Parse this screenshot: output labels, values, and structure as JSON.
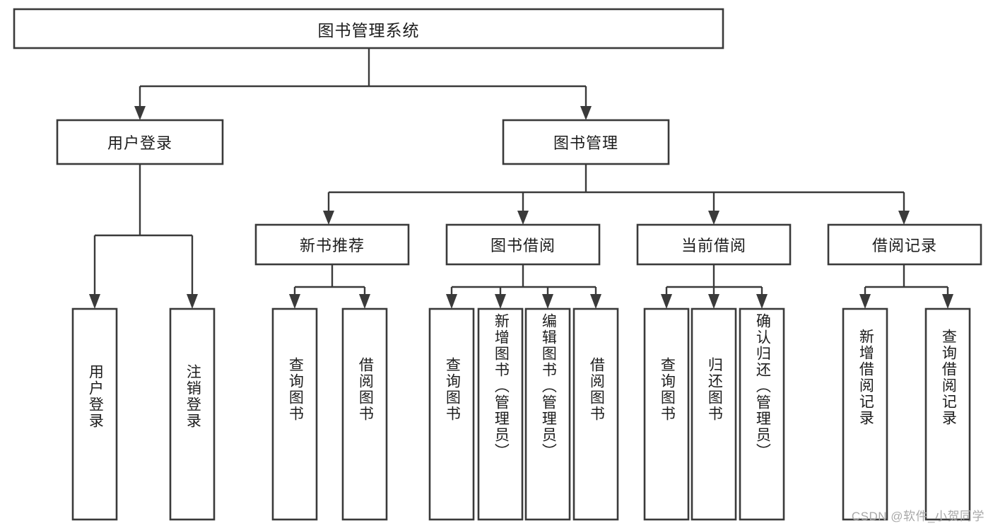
{
  "diagram": {
    "title": "图书管理系统",
    "type": "tree",
    "watermark": "CSDN @软件_小贺同学",
    "colors": {
      "box_stroke": "#3a3a3a",
      "box_fill": "#ffffff",
      "connector": "#3a3a3a",
      "text": "#1d1d1d",
      "watermark": "#a8a8a8",
      "background": "#ffffff"
    },
    "root": {
      "label": "图书管理系统"
    },
    "level2": [
      {
        "label": "用户登录"
      },
      {
        "label": "图书管理"
      }
    ],
    "level3": [
      {
        "label": "新书推荐"
      },
      {
        "label": "图书借阅"
      },
      {
        "label": "当前借阅"
      },
      {
        "label": "借阅记录"
      }
    ],
    "leaves": {
      "user_login": [
        {
          "label": "用户登录"
        },
        {
          "label": "注销登录"
        }
      ],
      "new_book_recommend": [
        {
          "label": "查询图书"
        },
        {
          "label": "借阅图书"
        }
      ],
      "book_borrow": [
        {
          "label": "查询图书"
        },
        {
          "label": "新增图书（管理员）"
        },
        {
          "label": "编辑图书（管理员）"
        },
        {
          "label": "借阅图书"
        }
      ],
      "current_borrow": [
        {
          "label": "查询图书"
        },
        {
          "label": "归还图书"
        },
        {
          "label": "确认归还（管理员）"
        }
      ],
      "borrow_record": [
        {
          "label": "新增借阅记录"
        },
        {
          "label": "查询借阅记录"
        }
      ]
    }
  }
}
